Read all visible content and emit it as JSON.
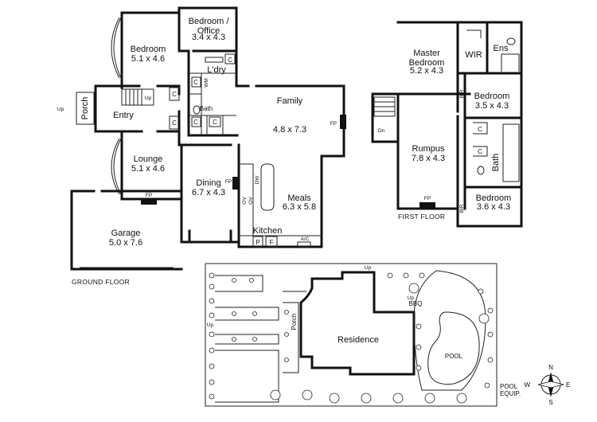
{
  "ground_floor": {
    "caption": "GROUND FLOOR",
    "rooms": {
      "bedroom_office": {
        "name": "Bedroom /\nOffice",
        "size": "3.4 x 4.3"
      },
      "bedroom": {
        "name": "Bedroom",
        "size": "5.1 x 4.6"
      },
      "laundry": {
        "name": "L'dry"
      },
      "entry": {
        "name": "Entry"
      },
      "porch": {
        "name": "Porch"
      },
      "family": {
        "name": "Family",
        "size": "4.8 x 7.3"
      },
      "lounge": {
        "name": "Lounge",
        "size": "5.1 x 4.6"
      },
      "dining": {
        "name": "Dining",
        "size": "6.7 x 4.3"
      },
      "meals": {
        "name": "Meals",
        "size": "6.3 x 5.8"
      },
      "kitchen": {
        "name": "Kitchen"
      },
      "garage": {
        "name": "Garage",
        "size": "5.0 x 7.6"
      },
      "bath": {
        "name": "Bath"
      }
    },
    "fixtures": {
      "closet": "C",
      "washing_machine": "WM",
      "fireplace": "FP",
      "dishwasher": "DW",
      "oven": "OV",
      "pantry": "P",
      "fridge": "F",
      "aircon": "A/C",
      "up": "Up"
    }
  },
  "first_floor": {
    "caption": "FIRST FLOOR",
    "rooms": {
      "master": {
        "name": "Master\nBedroom",
        "size": "5.2 x 4.3"
      },
      "wir": {
        "name": "WIR"
      },
      "ens": {
        "name": "Ens"
      },
      "bed2": {
        "name": "Bedroom",
        "size": "3.5 x 4.3"
      },
      "rumpus": {
        "name": "Rumpus",
        "size": "7.8 x 4.3"
      },
      "bath": {
        "name": "Bath"
      },
      "bed3": {
        "name": "Bedroom",
        "size": "3.6 x 4.3"
      }
    },
    "fixtures": {
      "bir": "BIR",
      "down": "Dn",
      "fireplace": "FP",
      "closet": "C"
    }
  },
  "site": {
    "residence": "Residence",
    "pool": "POOL",
    "porch": "Porch",
    "bbq": "BBQ",
    "up": "Up",
    "pool_equip": "POOL\nEQUIP."
  },
  "compass": {
    "n": "N",
    "s": "S",
    "e": "E",
    "w": "W"
  }
}
